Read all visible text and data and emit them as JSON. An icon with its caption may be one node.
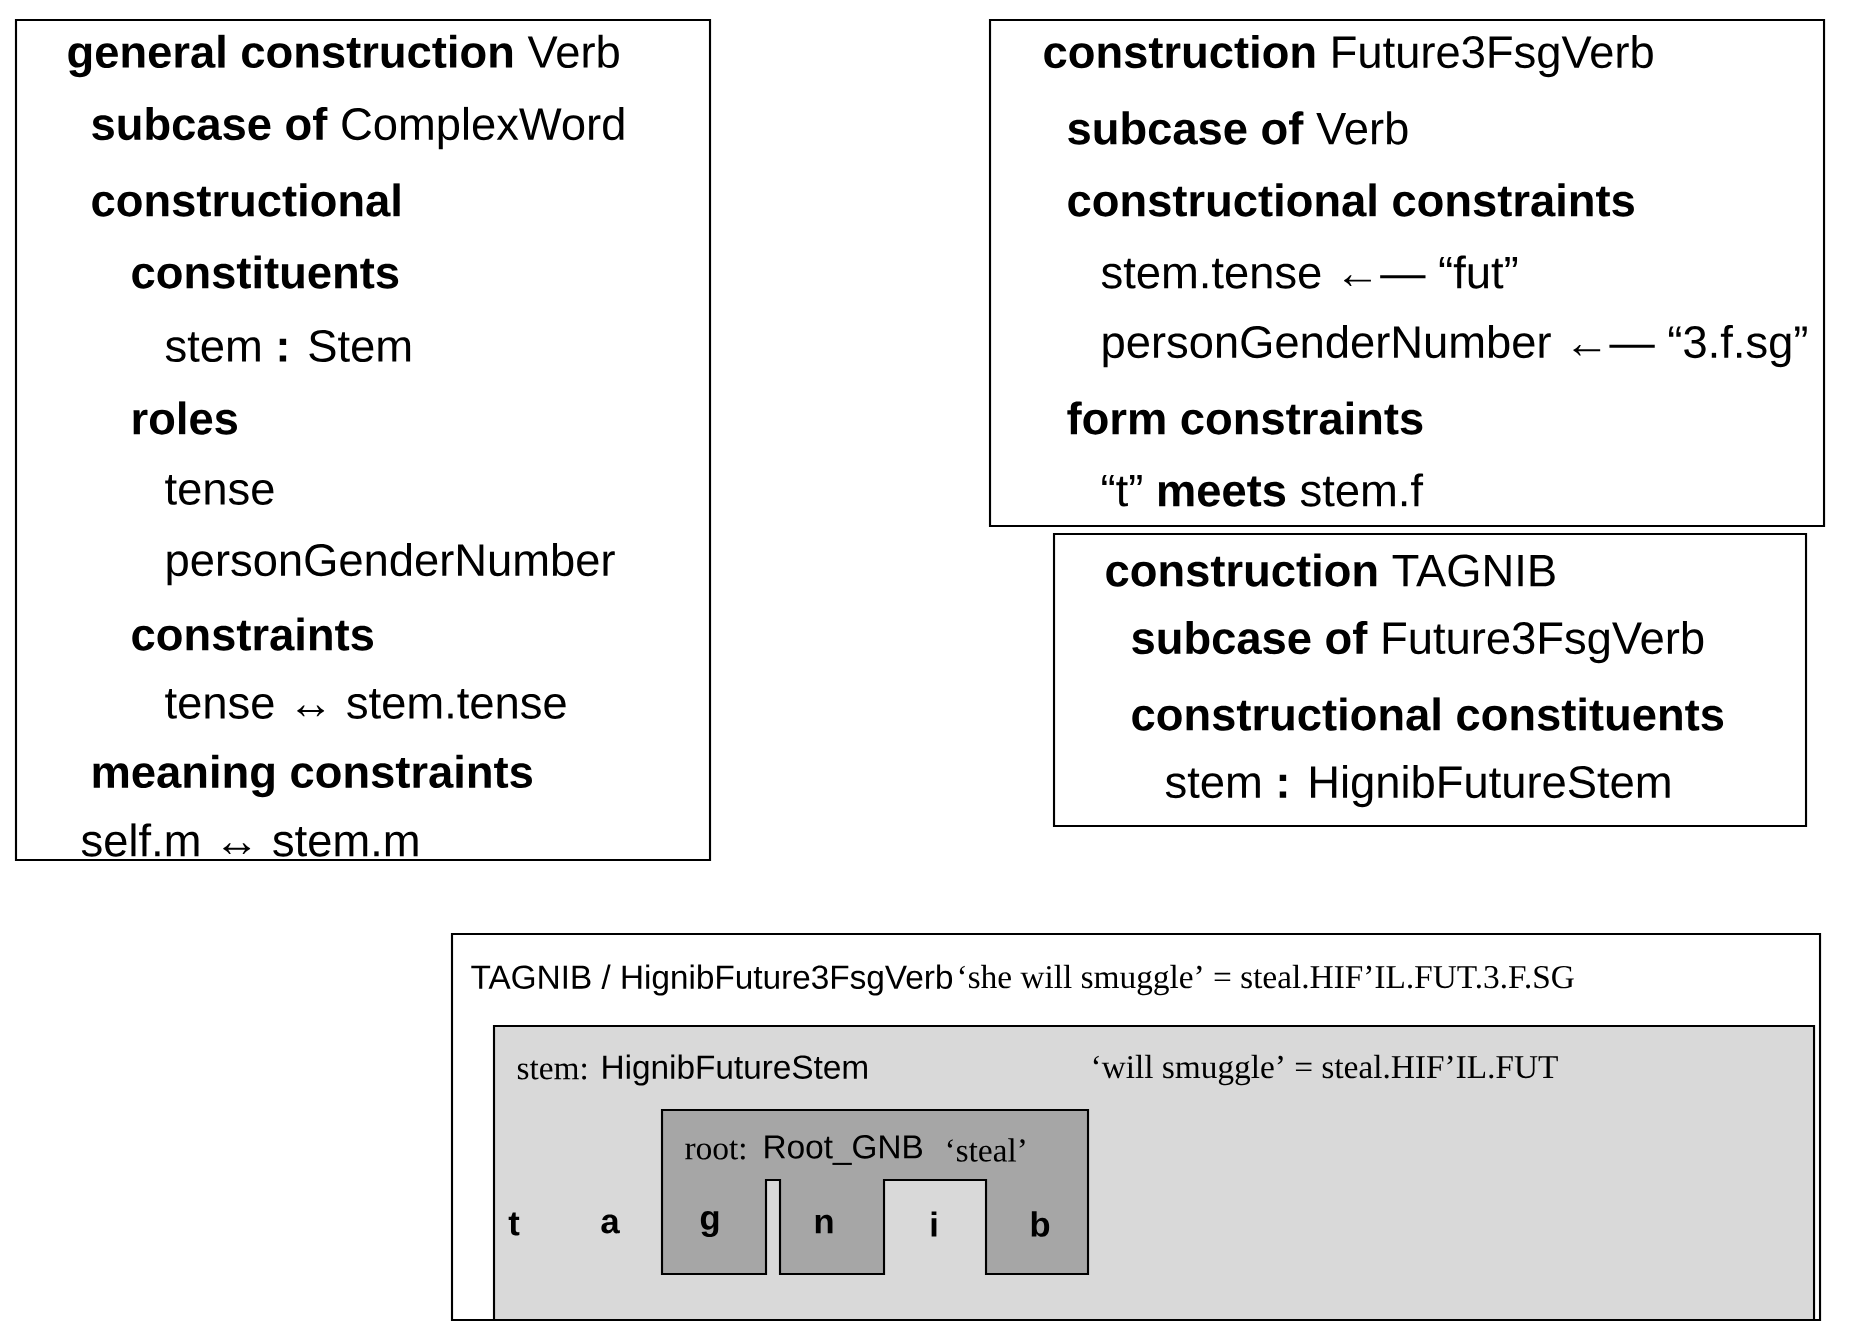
{
  "diagram": {
    "nodes": [
      {
        "text": [
          "**general construction** Verb",
          "**subcase of** ComplexWord",
          "**constructional**",
          "**constituents**",
          "stem **:** Stem",
          "**roles**",
          "tense",
          "personGenderNumber",
          "**constraints**",
          "tense  ↔  stem.tense",
          "**meaning constraints**",
          "self.m  ↔  stem.m"
        ]
      },
      {
        "text": [
          "**construction** Future3FsgVerb",
          "**subcase of** Verb",
          "**constructional constraints**",
          "stem.tense  ←—  “fut”",
          "personGenderNumber  ←—  “3.f.sg”",
          "**form constraints**",
          "“t”  **meets**  stem.f"
        ]
      },
      {
        "text": [
          "**construction** TAGNIB",
          "**subcase of** Future3FsgVerb",
          "**constructional constituents**",
          "stem **:** HignibFutureStem"
        ]
      },
      {
        "text": [
          "TAGNIB / HignibFuture3FsgVerb",
          "‘she will smuggle’ = steal.HIF’IL.FUT.3.F.SG"
        ]
      },
      {
        "text": [
          "stem:",
          "HignibFutureStem",
          "‘will smuggle’ = steal.HIF’IL.FUT"
        ],
        "in": 3
      },
      {
        "text": [
          "root:",
          "Root_GNB",
          "‘steal’"
        ],
        "in": 4
      }
    ],
    "labels": [
      "t",
      "a",
      "g",
      "n",
      "i",
      "b"
    ]
  }
}
